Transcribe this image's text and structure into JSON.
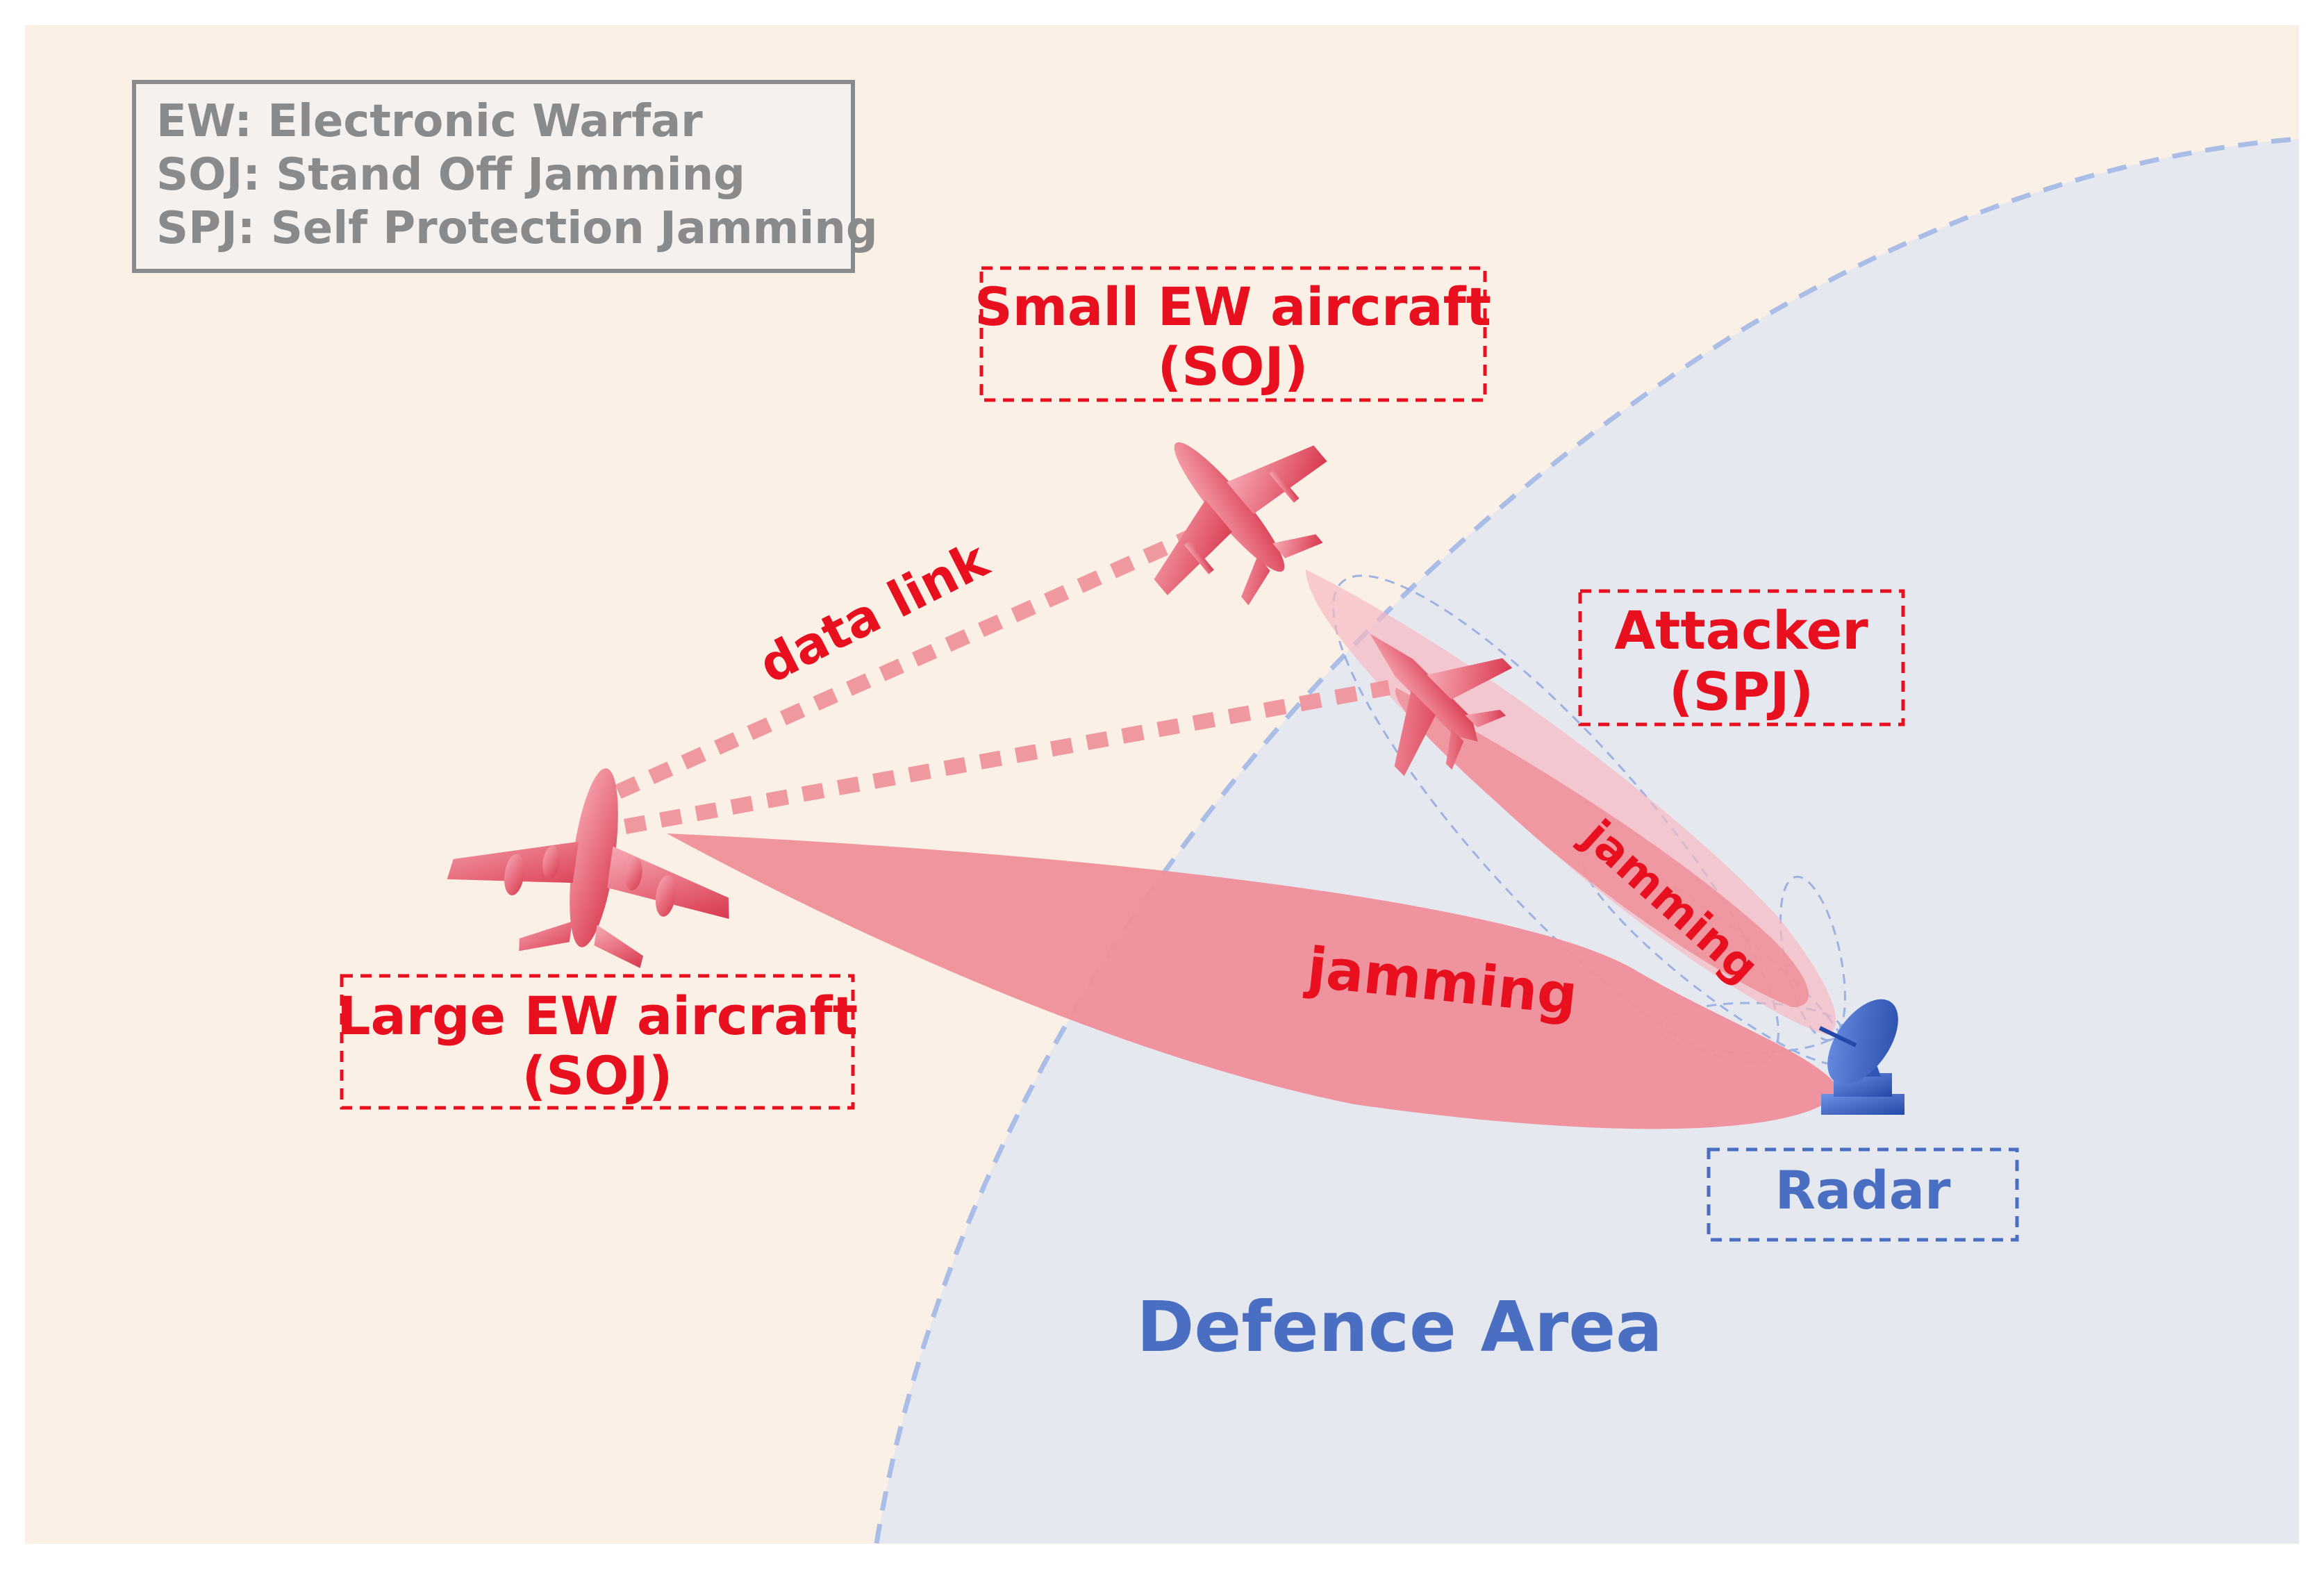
{
  "legend": {
    "lines": [
      "EW:  Electronic Warfar",
      "SOJ: Stand Off Jamming",
      "SPJ:  Self Protection Jamming"
    ]
  },
  "labels": {
    "small_ew": {
      "line1": "Small EW aircraft",
      "line2": "(SOJ)"
    },
    "attacker": {
      "line1": "Attacker",
      "line2": "(SPJ)"
    },
    "large_ew": {
      "line1": "Large EW aircraft",
      "line2": "(SOJ)"
    },
    "radar": "Radar",
    "data_link": "data link",
    "jamming_main": "jamming",
    "jamming_attacker": "jamming",
    "defence_area": "Defence Area"
  },
  "colors": {
    "outer_background": "#fbf0e6",
    "defence_area_fill": "#e6e8f0",
    "defence_border": "#a9bde6",
    "label_red": "#e8101e",
    "label_blue": "#4a6fc2",
    "jamming_fill": "#ef8f99",
    "data_link": "#ef8f99",
    "aircraft": "#e8546a",
    "radar": "#3a62c9",
    "legend_text": "#8a8a8a",
    "legend_border": "#8a8a8a"
  },
  "icons": {
    "large_aircraft": "airliner-icon",
    "small_aircraft": "fighter-jet-icon",
    "attacker": "fighter-jet-icon",
    "radar": "radar-dish-icon"
  }
}
